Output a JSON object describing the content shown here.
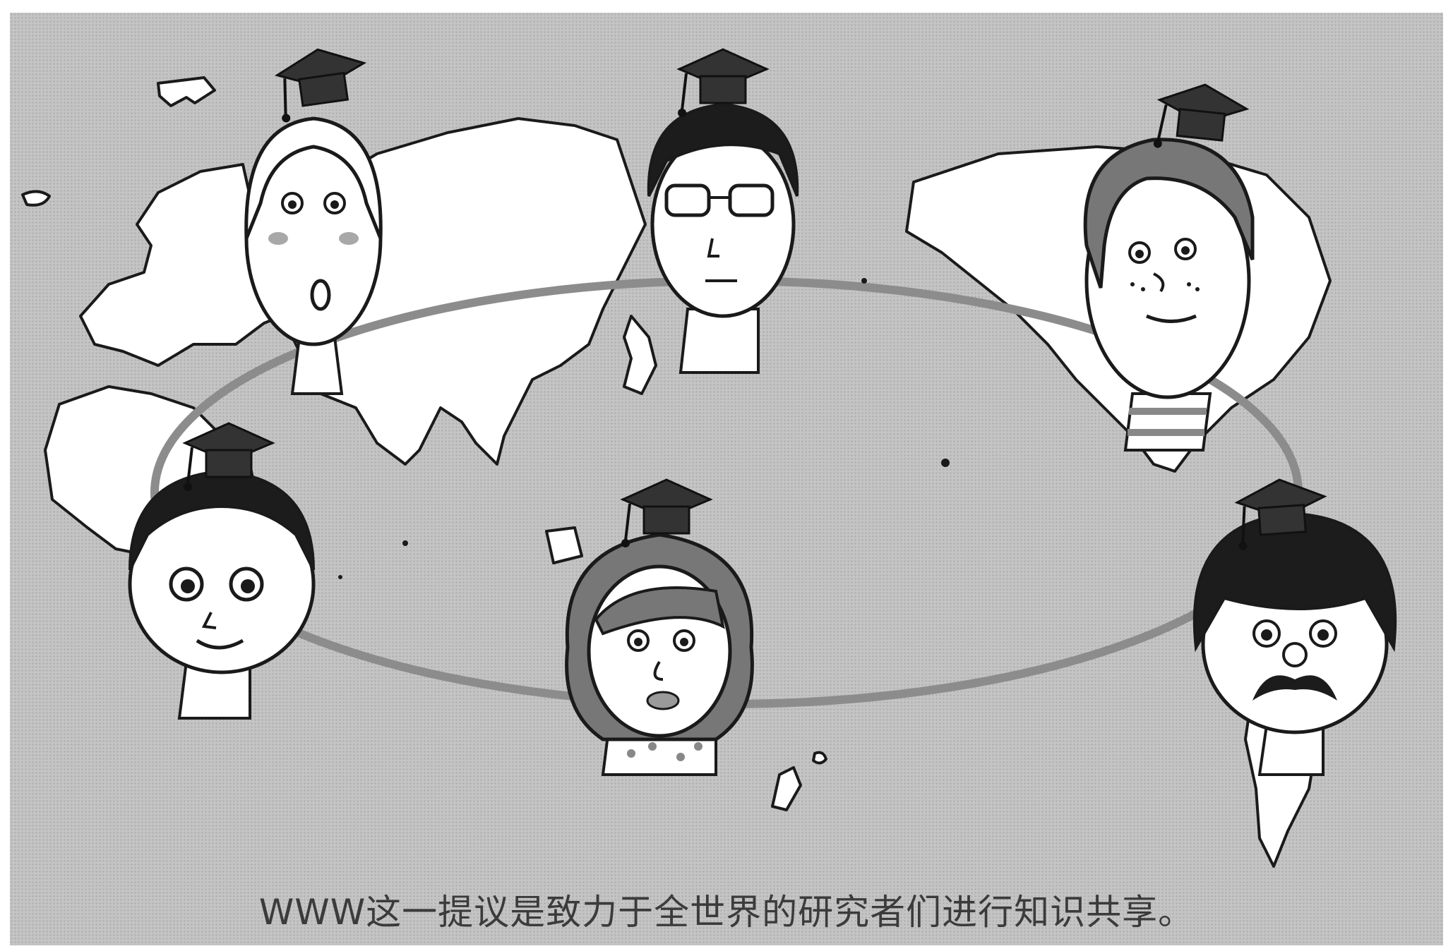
{
  "caption": "WWW这一提议是致力于全世界的研究者们进行知识共享。",
  "colors": {
    "background": "#c4c4c4",
    "ring": "#8c8c8c",
    "continents": "#ffffff",
    "outline": "#1a1a1a",
    "hair_dark": "#1c1c1c",
    "hair_medium": "#777777"
  },
  "illustration": {
    "subject": "world-map-with-scholars",
    "characters": [
      {
        "name": "scholar-europe",
        "accessory": "graduation-cap-icon"
      },
      {
        "name": "scholar-asia",
        "accessory": "graduation-cap-icon"
      },
      {
        "name": "scholar-america",
        "accessory": "graduation-cap-icon"
      },
      {
        "name": "scholar-africa",
        "accessory": "graduation-cap-icon"
      },
      {
        "name": "scholar-oceania",
        "accessory": "graduation-cap-icon"
      },
      {
        "name": "scholar-south-america",
        "accessory": "graduation-cap-icon"
      }
    ]
  }
}
